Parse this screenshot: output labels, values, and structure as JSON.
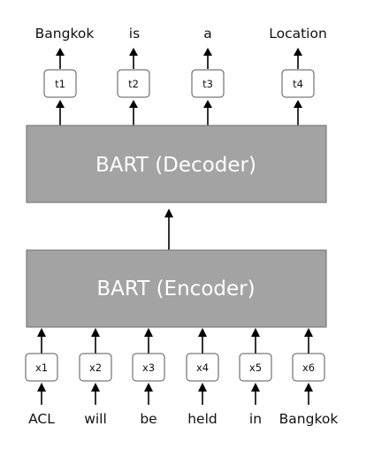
{
  "decoder": {
    "label": "BART (Decoder)"
  },
  "encoder": {
    "label": "BART (Encoder)"
  },
  "output_words": [
    "Bangkok",
    "is",
    "a",
    "Location"
  ],
  "output_tokens": [
    "t1",
    "t2",
    "t3",
    "t4"
  ],
  "input_tokens": [
    "x1",
    "x2",
    "x3",
    "x4",
    "x5",
    "x6"
  ],
  "input_words": [
    "ACL",
    "will",
    "be",
    "held",
    "in",
    "Bangkok"
  ],
  "colors": {
    "block_fill": "#a3a3a3",
    "block_text": "#ffffff",
    "token_border": "#555555"
  }
}
